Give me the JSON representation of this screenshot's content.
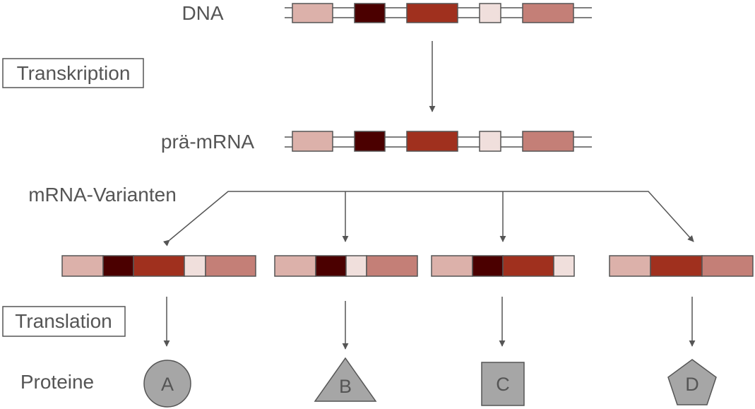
{
  "labels": {
    "dna": "DNA",
    "transcription": "Transkription",
    "pre_mrna": "prä-mRNA",
    "mrna_variants": "mRNA-Varianten",
    "translation": "Translation",
    "proteins": "Proteine"
  },
  "colors": {
    "exon1": "#dcb1aa",
    "exon2": "#4b0000",
    "exon3": "#a0301e",
    "exon4": "#f0dfdc",
    "exon5": "#c47f77",
    "line": "#555555",
    "protein_fill": "#a6a6a6"
  },
  "dna_exons": [
    "exon1",
    "exon2",
    "exon3",
    "exon4",
    "exon5"
  ],
  "pre_mrna_exons": [
    "exon1",
    "exon2",
    "exon3",
    "exon4",
    "exon5"
  ],
  "variants": [
    {
      "exons": [
        "exon1",
        "exon2",
        "exon3",
        "exon4",
        "exon5"
      ],
      "protein": {
        "shape": "circle",
        "label": "A"
      }
    },
    {
      "exons": [
        "exon1",
        "exon2",
        "exon4",
        "exon5"
      ],
      "protein": {
        "shape": "triangle",
        "label": "B"
      }
    },
    {
      "exons": [
        "exon1",
        "exon2",
        "exon3",
        "exon4"
      ],
      "protein": {
        "shape": "square",
        "label": "C"
      }
    },
    {
      "exons": [
        "exon1",
        "exon3",
        "exon5"
      ],
      "protein": {
        "shape": "pentagon",
        "label": "D"
      }
    }
  ]
}
